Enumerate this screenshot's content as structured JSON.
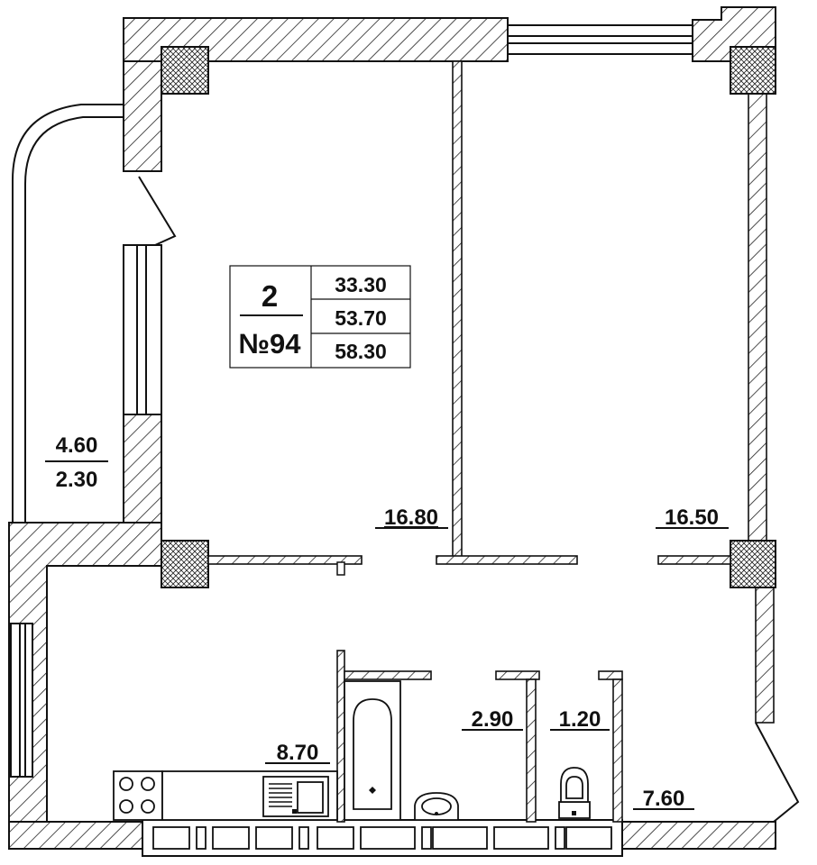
{
  "apartment": {
    "rooms": "2",
    "number": "№94",
    "living_area": "33.30",
    "total_area": "53.70",
    "total_area_with_balcony": "58.30"
  },
  "rooms": {
    "balcony_area": "4.60",
    "balcony_area_reduced": "2.30",
    "room1_area": "16.80",
    "room2_area": "16.50",
    "kitchen_area": "8.70",
    "bathroom_area": "2.90",
    "toilet_area": "1.20",
    "hallway_area": "7.60"
  }
}
